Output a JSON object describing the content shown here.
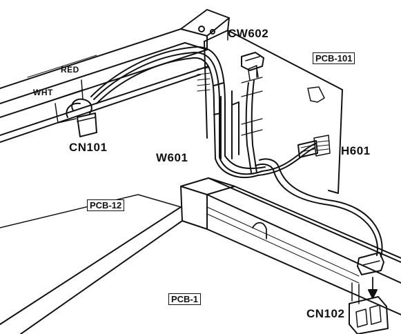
{
  "labels": {
    "cw602": "CW602",
    "pcb101": "PCB-101",
    "red": "RED",
    "wht": "WHT",
    "cn101": "CN101",
    "w601": "W601",
    "h601": "H601",
    "pcb12": "PCB-12",
    "pcb1": "PCB-1",
    "cn102": "CN102"
  },
  "colors": {
    "line": "#111111",
    "background": "#ffffff"
  }
}
